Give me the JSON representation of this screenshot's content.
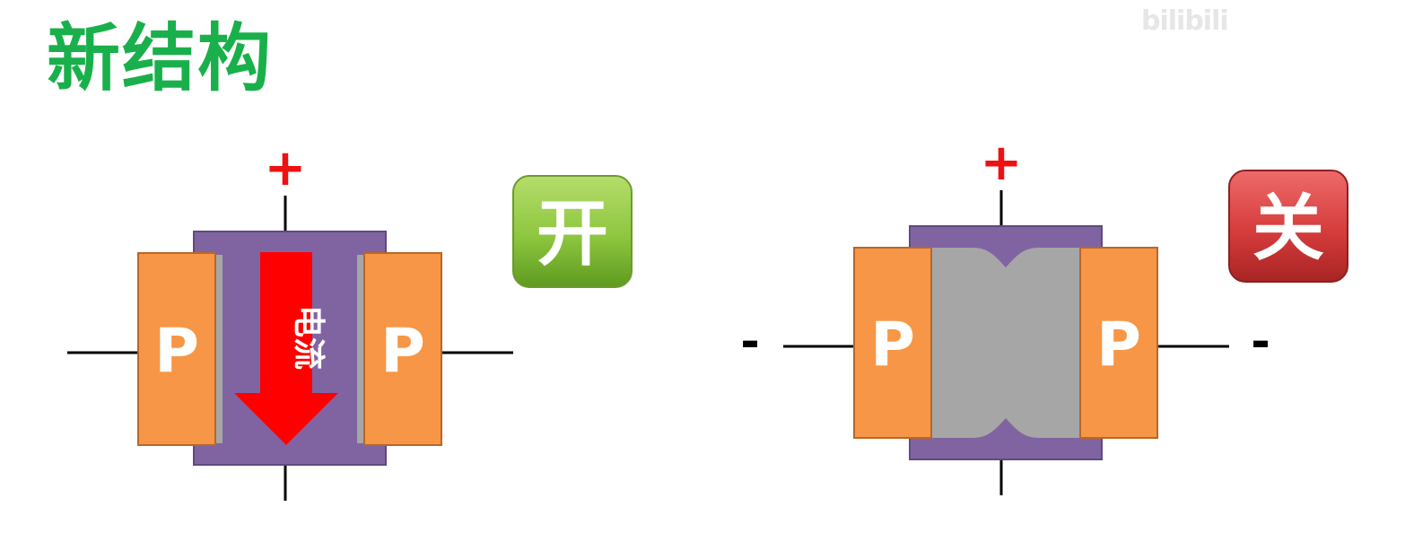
{
  "title": "新结构",
  "watermark": "bilibili",
  "colors": {
    "title": "#19b04b",
    "channel_purple": "#8064a2",
    "p_region": "#f79646",
    "gate_gray": "#a6a6a6",
    "current_arrow": "#ff0000",
    "plus_sign": "#ee1111",
    "on_badge": "#8dc63f",
    "off_badge": "#d63c3c"
  },
  "left_device": {
    "state": "on",
    "top_sign": "+",
    "p_left_label": "P",
    "p_right_label": "P",
    "current_label": "电流",
    "badge_label": "开"
  },
  "right_device": {
    "state": "off",
    "top_sign": "+",
    "left_sign": "-",
    "right_sign": "-",
    "p_left_label": "P",
    "p_right_label": "P",
    "badge_label": "关"
  }
}
